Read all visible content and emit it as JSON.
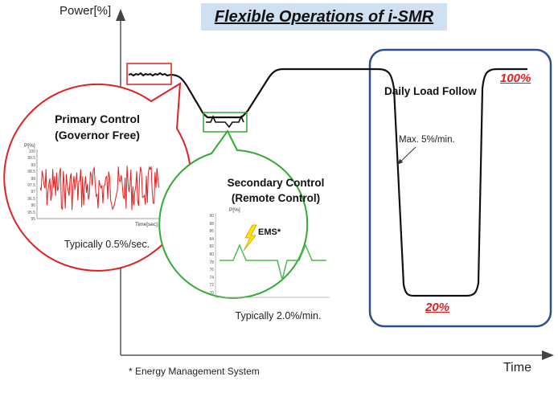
{
  "title": "Flexible Operations of i-SMR",
  "axes": {
    "y_label": "Power[%]",
    "x_label": "Time"
  },
  "footnote": "* Energy Management System",
  "primary": {
    "heading_line1": "Primary Control",
    "heading_line2": "(Governor Free)",
    "rate": "Typically 0.5%/sec.",
    "inset": {
      "y_label": "P[%]",
      "x_label": "Time[sec]",
      "ticks": [
        "100",
        "99.5",
        "99",
        "98.5",
        "98",
        "97.5",
        "97",
        "96.5",
        "96",
        "95.5",
        "95"
      ]
    }
  },
  "secondary": {
    "heading_line1": "Secondary Control",
    "heading_line2": "(Remote Control)",
    "rate": "Typically 2.0%/min.",
    "ems_label": "EMS*",
    "inset": {
      "y_label": "P[%]",
      "ticks": [
        "90",
        "88",
        "86",
        "84",
        "82",
        "80",
        "78",
        "76",
        "74",
        "72",
        "70"
      ]
    }
  },
  "daily": {
    "heading": "Daily Load Follow",
    "rate": "Max. 5%/min.",
    "high_label": "100%",
    "low_label": "20%"
  },
  "colors": {
    "primary_accent": "#dd2222",
    "secondary_accent": "#33aa33",
    "daily_frame": "#2e4d8f",
    "title_bg": "#cfe0f1",
    "highlight_text": "#e02020"
  },
  "icons": [
    "lightning-icon"
  ]
}
